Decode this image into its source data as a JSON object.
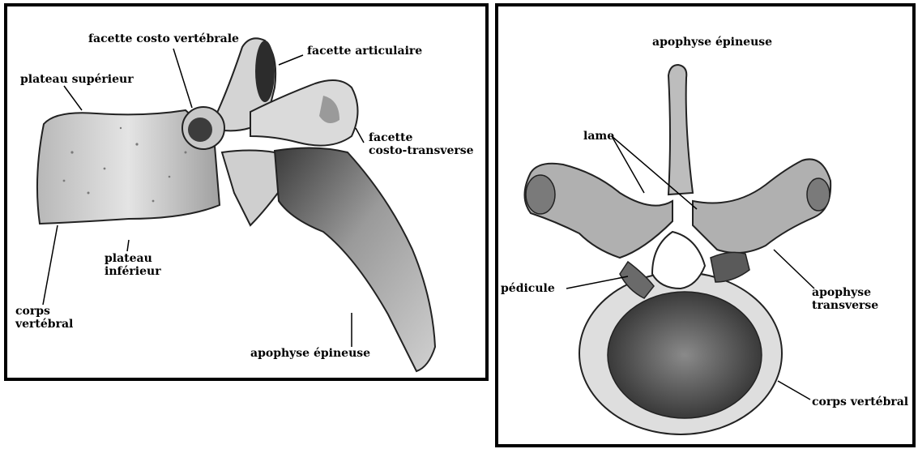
{
  "left_view": {
    "labels": {
      "facette_costo_vertebrale": "facette costo vertébrale",
      "facette_articulaire": "facette articulaire",
      "plateau_superieur": "plateau supérieur",
      "facette_costo_transverse": "facette\ncosto-transverse",
      "plateau_inferieur": "plateau\ninférieur",
      "corps_vertebral": "corps\nvertébral",
      "apophyse_epineuse": "apophyse épineuse"
    }
  },
  "right_view": {
    "labels": {
      "apophyse_epineuse": "apophyse épineuse",
      "lame": "lame",
      "pedicule": "pédicule",
      "apophyse_transverse": "apophyse\ntransverse",
      "corps_vertebral": "corps vertébral"
    }
  },
  "colors": {
    "outline": "#000000",
    "bone_light": "#d8d8d8",
    "bone_dark": "#6a6a6a",
    "bone_mid": "#a8a8a8"
  }
}
